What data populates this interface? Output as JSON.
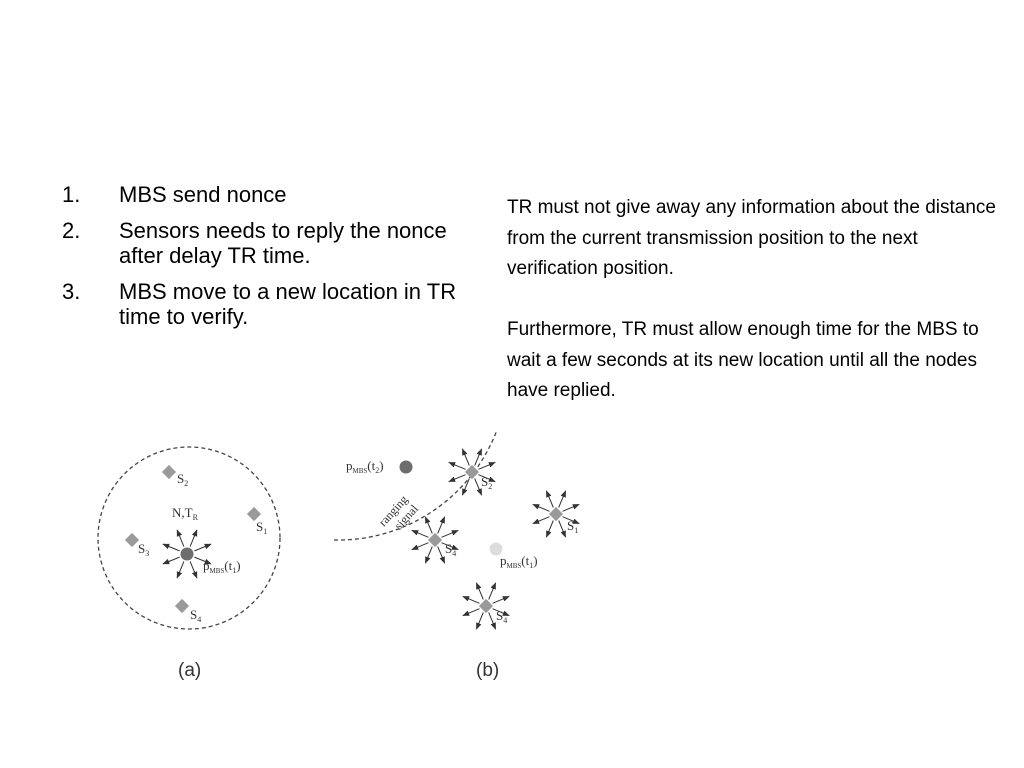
{
  "steps": [
    {
      "number": "1.",
      "text": "MBS send nonce"
    },
    {
      "number": "2.",
      "text": "Sensors needs to reply the nonce after delay TR time."
    },
    {
      "number": "3.",
      "text": "MBS move to a new location in TR time to verify."
    }
  ],
  "note": {
    "paragraph_1": "TR must not give away any information about the distance from the current transmission position to the next verification position.",
    "paragraph_2": "Furthermore, TR must allow enough time for the MBS to wait a few seconds at its new location until all the nodes have replied."
  },
  "figure": {
    "panel_a": {
      "caption": "(a)",
      "message_label": "N,T",
      "message_label_sub": "R",
      "mbs_label": "p",
      "mbs_label_sub": "MBS",
      "mbs_label_time": "(t",
      "mbs_label_time_sub": "1",
      "mbs_label_close": ")",
      "sensors": [
        {
          "letter": "S",
          "sub": "2"
        },
        {
          "letter": "S",
          "sub": "1"
        },
        {
          "letter": "S",
          "sub": "3"
        },
        {
          "letter": "S",
          "sub": "4"
        }
      ]
    },
    "panel_b": {
      "caption": "(b)",
      "ranging_line_1": "ranging",
      "ranging_line_2": "signal",
      "mbs_new_label": "p",
      "mbs_new_sub": "MBS",
      "mbs_new_time": "(t",
      "mbs_new_time_sub": "2",
      "mbs_new_close": ")",
      "mbs_old_label": "p",
      "mbs_old_sub": "MBS",
      "mbs_old_time": "(t",
      "mbs_old_time_sub": "1",
      "mbs_old_close": ")",
      "sensors": [
        {
          "letter": "S",
          "sub": "2"
        },
        {
          "letter": "S",
          "sub": "1"
        },
        {
          "letter": "S",
          "sub": "4"
        },
        {
          "letter": "S",
          "sub": "4"
        }
      ]
    },
    "colors": {
      "node": "#9a9a9a",
      "mbs": "#6d6d6d",
      "mbs_old": "#dddddd",
      "line": "#333333"
    }
  }
}
